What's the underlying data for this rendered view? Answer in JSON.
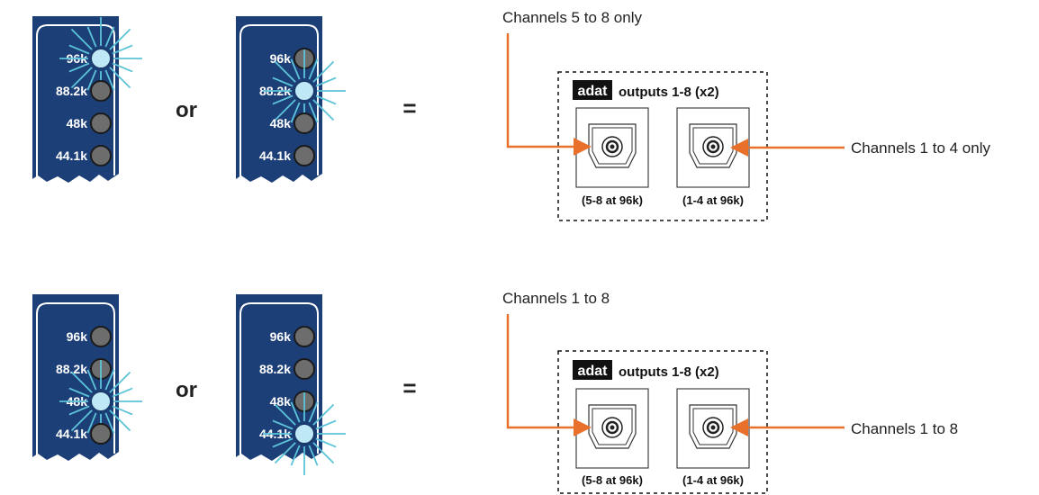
{
  "colors": {
    "panel_blue": "#1d3f78",
    "led_off": "#6d6d6d",
    "led_on": "#bfe8f7",
    "glow": "#5cc4d8",
    "arrow": "#e8702a"
  },
  "rows": [
    {
      "panels": [
        {
          "rates": [
            "96k",
            "88.2k",
            "48k",
            "44.1k"
          ],
          "lit_rate": "96k"
        },
        {
          "rates": [
            "96k",
            "88.2k",
            "48k",
            "44.1k"
          ],
          "lit_rate": "88.2k"
        }
      ],
      "or_text": "or",
      "equals_text": "=",
      "top_label": "Channels 5 to 8 only",
      "right_label": "Channels 1 to 4 only",
      "adat": {
        "logo": "adat",
        "outputs_label": "outputs 1-8 (x2)",
        "left_caption": "(5-8 at 96k)",
        "right_caption": "(1-4 at 96k)"
      }
    },
    {
      "panels": [
        {
          "rates": [
            "96k",
            "88.2k",
            "48k",
            "44.1k"
          ],
          "lit_rate": "48k"
        },
        {
          "rates": [
            "96k",
            "88.2k",
            "48k",
            "44.1k"
          ],
          "lit_rate": "44.1k"
        }
      ],
      "or_text": "or",
      "equals_text": "=",
      "top_label": "Channels 1 to 8",
      "right_label": "Channels 1 to 8",
      "adat": {
        "logo": "adat",
        "outputs_label": "outputs 1-8 (x2)",
        "left_caption": "(5-8 at 96k)",
        "right_caption": "(1-4 at 96k)"
      }
    }
  ]
}
